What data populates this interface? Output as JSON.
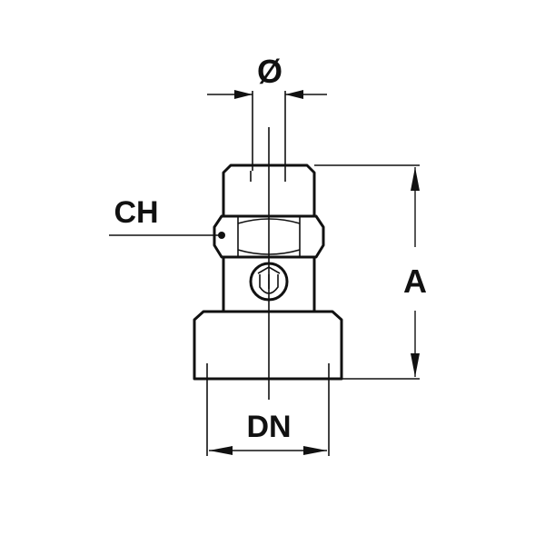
{
  "labels": {
    "diameter": "Ø",
    "wrench_size": "CH",
    "height": "A",
    "nominal_diameter": "DN"
  },
  "colors": {
    "line": "#111111",
    "background": "#ffffff"
  }
}
